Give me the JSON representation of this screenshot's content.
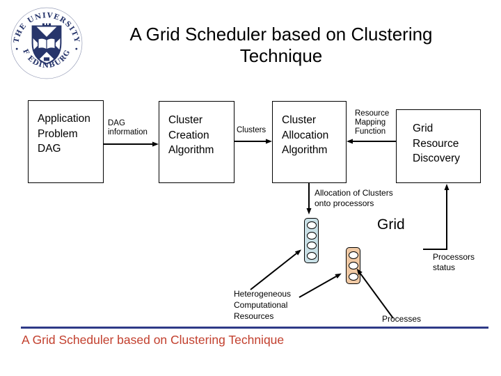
{
  "title": {
    "line1": "A Grid Scheduler based on Clustering",
    "line2": "Technique"
  },
  "logo": {
    "arc_top": "THE UNIVERSITY",
    "arc_bottom": "OF EDINBURGH"
  },
  "flow_boxes": [
    {
      "label": "Application Problem DAG"
    },
    {
      "label": "Cluster Creation Algorithm"
    },
    {
      "label": "Cluster Allocation Algorithm"
    },
    {
      "label": "Grid Resource Discovery"
    }
  ],
  "edge_labels": {
    "dag_information": "DAG information",
    "clusters": "Clusters",
    "resource_mapping": "Resource Mapping Function",
    "allocation": "Allocation of Clusters onto processors",
    "grid": "Grid",
    "processors_status": "Processors status",
    "heterogeneous": "Heterogeneous Computational Resources",
    "processes": "Processes"
  },
  "clusters": {
    "blue_oval_count": 4,
    "orange_oval_count": 3
  },
  "colors": {
    "cluster_blue": "#c9e0e6",
    "cluster_orange": "#f0c9a4",
    "divider_navy": "#2e3a87",
    "footer_red": "#c23f2d",
    "logo_navy": "#27356b"
  },
  "footer": {
    "text": "A Grid Scheduler based on Clustering Technique"
  }
}
